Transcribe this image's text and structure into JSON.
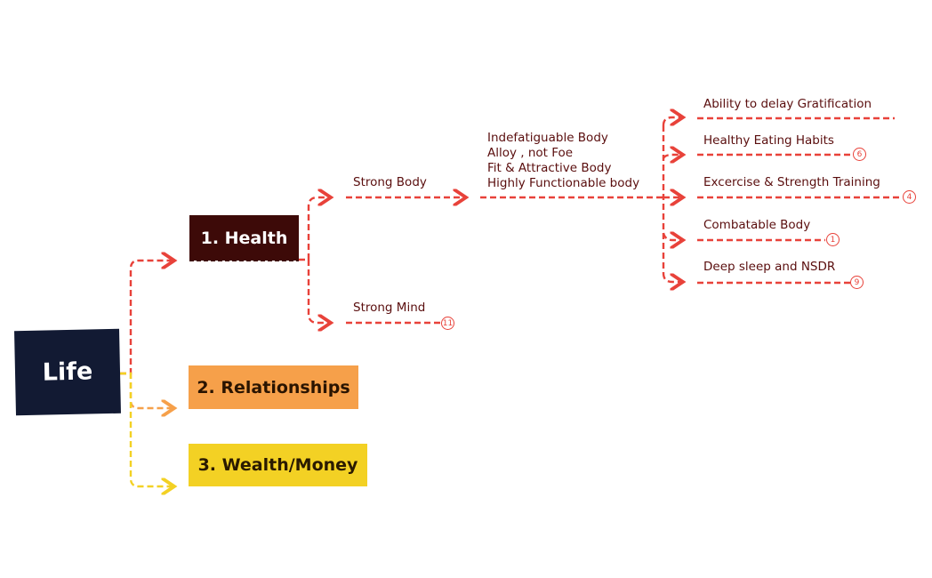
{
  "colors": {
    "edge_red": "#e8423a",
    "edge_orange": "#f6a04a",
    "edge_yellow": "#f3d124"
  },
  "root": {
    "label": "Life"
  },
  "branches": {
    "health": {
      "label": "1. Health"
    },
    "relationships": {
      "label": "2. Relationships"
    },
    "wealth": {
      "label": "3. Wealth/Money"
    }
  },
  "health_children": {
    "strong_body": {
      "label": "Strong Body"
    },
    "strong_mind": {
      "label": "Strong Mind",
      "count": "11"
    }
  },
  "body_goals": [
    "Indefatiguable Body",
    "Alloy , not Foe",
    "Fit & Attractive Body",
    "Highly Functionable body"
  ],
  "habits": [
    {
      "label": "Ability to delay Gratification",
      "count": ""
    },
    {
      "label": "Healthy Eating Habits",
      "count": "6"
    },
    {
      "label": "Excercise & Strength Training",
      "count": "4"
    },
    {
      "label": "Combatable Body",
      "count": "1"
    },
    {
      "label": "Deep sleep and NSDR",
      "count": "9"
    }
  ]
}
